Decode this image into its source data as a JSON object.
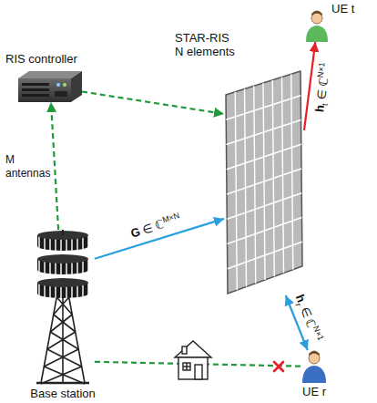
{
  "diagram": {
    "nodes": [
      {
        "text": [
          "UE t"
        ]
      },
      {
        "text": [
          "STAR-RIS N elements"
        ]
      },
      {
        "text": [
          "RIS controller"
        ]
      },
      {
        "text": [
          "Base station"
        ]
      },
      {
        "text": [
          "UE r"
        ]
      }
    ],
    "edges": [
      {
        "from": 3,
        "to": 2,
        "arrow": "to",
        "label": "M antennas"
      },
      {
        "from": 2,
        "to": 1,
        "arrow": "to"
      },
      {
        "from": 3,
        "to": 1,
        "arrow": "to",
        "label": "G ∈ ℂM×N"
      },
      {
        "from": 1,
        "to": 0,
        "arrow": "to",
        "label": "ht ∈ ℂN×1"
      },
      {
        "from": 1,
        "to": 4,
        "arrow": "both",
        "label": "hr ∈ ℂN×1"
      },
      {
        "from": 3,
        "to": 4,
        "arrow": "none"
      }
    ]
  }
}
